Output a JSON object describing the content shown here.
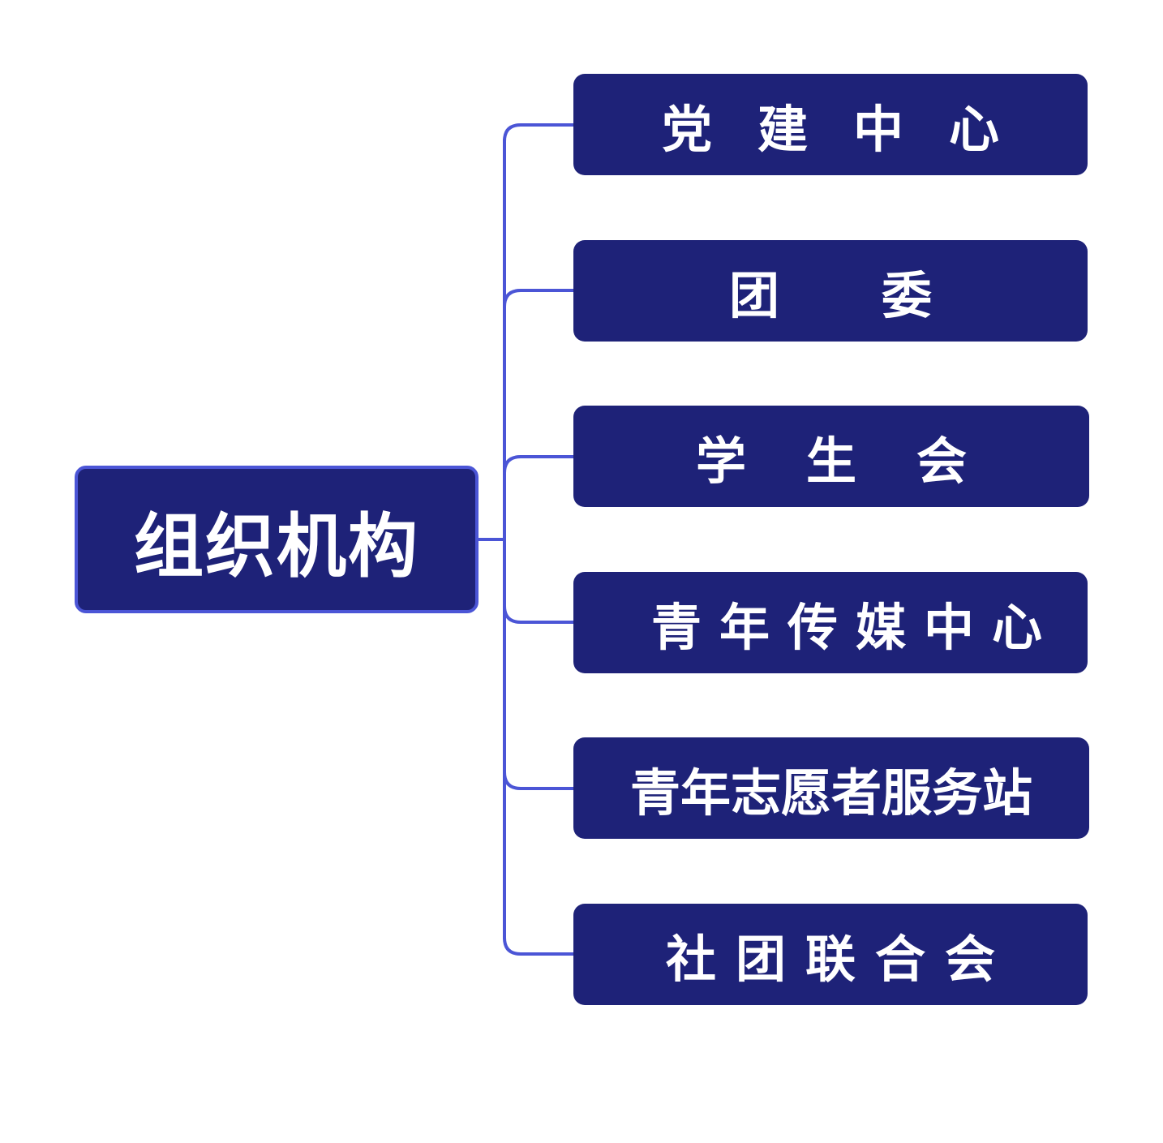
{
  "diagram": {
    "root": {
      "label": "组织机构"
    },
    "children": [
      {
        "label": "党建中心"
      },
      {
        "label": "团委"
      },
      {
        "label": "学生会"
      },
      {
        "label": "青年传媒中心"
      },
      {
        "label": "青年志愿者服务站"
      },
      {
        "label": "社团联合会"
      }
    ]
  },
  "colors": {
    "node_fill": "#1e2278",
    "node_text": "#ffffff",
    "connector": "#4b55d6",
    "background": "#ffffff"
  }
}
